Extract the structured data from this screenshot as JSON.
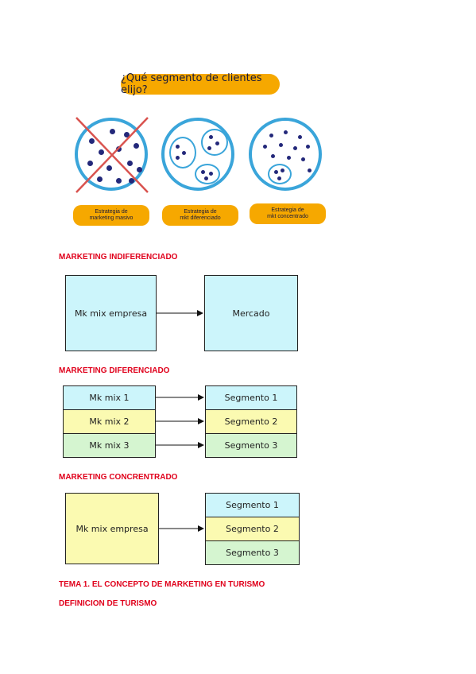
{
  "infographic": {
    "question": "¿Qué segmento de clientes elijo?",
    "labels": [
      [
        "Estrategia de",
        "marketing masivo"
      ],
      [
        "Estrategia de",
        "mkt diferenciado"
      ],
      [
        "Estrategia de",
        "mkt concentrado"
      ]
    ],
    "colors": {
      "accent": "#f6a800",
      "circle": "#3aa5da",
      "dot": "#23287a",
      "cross": "#d9534f"
    }
  },
  "sections": {
    "indiferenciado": {
      "title": "MARKETING INDIFERENCIADO",
      "left": "Mk mix empresa",
      "right": "Mercado"
    },
    "diferenciado": {
      "title": "MARKETING DIFERENCIADO",
      "left": [
        "Mk mix 1",
        "Mk mix 2",
        "Mk mix 3"
      ],
      "right": [
        "Segmento 1",
        "Segmento 2",
        "Segmento 3"
      ]
    },
    "concentrado": {
      "title": "MARKETING CONCRENTRADO",
      "left": "Mk mix empresa",
      "right": [
        "Segmento 1",
        "Segmento 2",
        "Segmento 3"
      ]
    }
  },
  "footer": {
    "tema": "TEMA 1. EL CONCEPTO DE MARKETING EN TURISMO",
    "definicion": "DEFINICION DE TURISMO"
  },
  "box_colors": {
    "cyan": "#ccf5fb",
    "yellow": "#fbfab1",
    "green": "#d5f5d0"
  }
}
